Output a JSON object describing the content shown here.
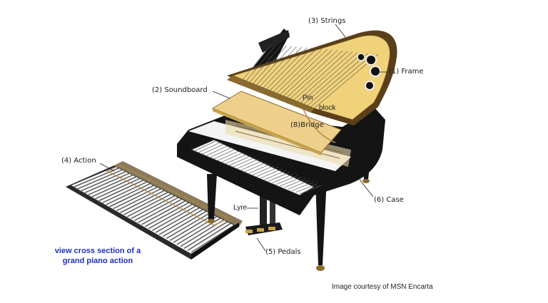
{
  "labels": {
    "strings": "(3) Strings",
    "frame": "(1) Frame",
    "soundboard": "(2) Soundboard",
    "pin": "Pin",
    "block": "block",
    "bridge": "(8)Bridge",
    "action": "(4) Action",
    "case": "(6) Case",
    "lyre": "Lyre",
    "pedals": "(5) Pedals"
  },
  "link": {
    "line1": "view cross section of a",
    "line2": "grand piano action"
  },
  "credit": "Image courtesy of MSN Encarta",
  "colors": {
    "case": "#141414",
    "soundboard": "#eed08a",
    "frame": "#c9a24a",
    "link": "#1f2fc2"
  }
}
